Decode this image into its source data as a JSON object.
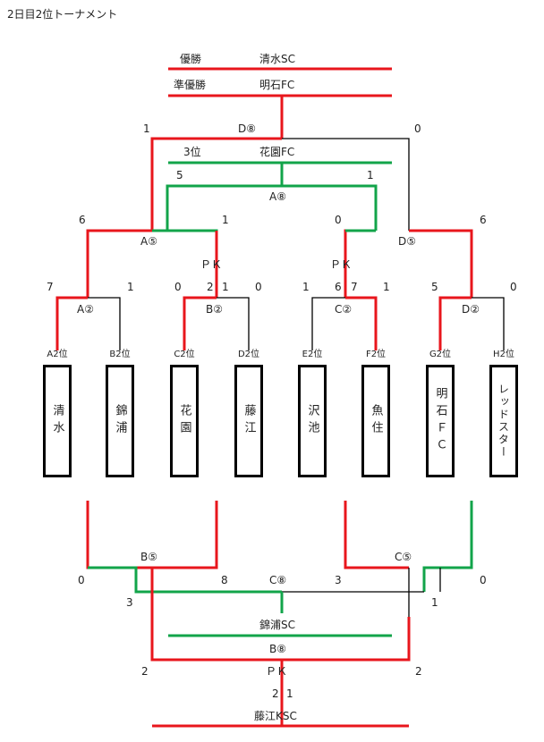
{
  "title": "2日目2位トーナメント",
  "colors": {
    "winner": "#e8161c",
    "third": "#12a44a",
    "line": "#000000"
  },
  "upper": {
    "champion_label": "優勝",
    "champion": "清水SC",
    "runner_up_label": "準優勝",
    "runner_up": "明石FC",
    "third_label": "3位",
    "third": "花園FC",
    "final_code": "D⑧",
    "final_score_left": "1",
    "final_score_right": "0",
    "third_code": "A⑧",
    "third_score_left": "5",
    "third_score_right": "1",
    "semi_left_code": "A⑤",
    "semi_left_score_left": "6",
    "semi_left_score_right": "1",
    "semi_left_pk": "ＰＫ",
    "semi_left_pk_left": "2",
    "semi_left_pk_right": "1",
    "semi_right_code": "D⑤",
    "semi_right_score_left": "0",
    "semi_right_score_right": "6",
    "semi_right_pk": "ＰＫ",
    "semi_right_pk_left": "6",
    "semi_right_pk_right": "7",
    "quarters": [
      {
        "code": "A②",
        "left": "7",
        "right": "1"
      },
      {
        "code": "B②",
        "left": "0",
        "right": "0"
      },
      {
        "code": "C②",
        "left": "1",
        "right": "1"
      },
      {
        "code": "D②",
        "left": "5",
        "right": "0"
      }
    ]
  },
  "teams": [
    {
      "seed": "A2位",
      "name": "清水"
    },
    {
      "seed": "B2位",
      "name": "錦浦"
    },
    {
      "seed": "C2位",
      "name": "花園"
    },
    {
      "seed": "D2位",
      "name": "藤江"
    },
    {
      "seed": "E2位",
      "name": "沢池"
    },
    {
      "seed": "F2位",
      "name": "魚住"
    },
    {
      "seed": "G2位",
      "name": "明石ＦＣ"
    },
    {
      "seed": "H2位",
      "name": "レッドスター"
    }
  ],
  "lower": {
    "b5_code": "B⑤",
    "b5_score_left": "0",
    "b5_score_right": "8",
    "c5_code": "C⑤",
    "c5_score_left": "3",
    "c5_score_right": "0",
    "c8_code": "C⑧",
    "c8_score_left": "3",
    "c8_score_right": "1",
    "c8_winner": "錦浦SC",
    "b8_code": "B⑧",
    "b8_score_left": "2",
    "b8_score_right": "2",
    "b8_pk": "ＰＫ",
    "b8_pk_left": "2",
    "b8_pk_right": "1",
    "b8_winner": "藤江KSC"
  }
}
